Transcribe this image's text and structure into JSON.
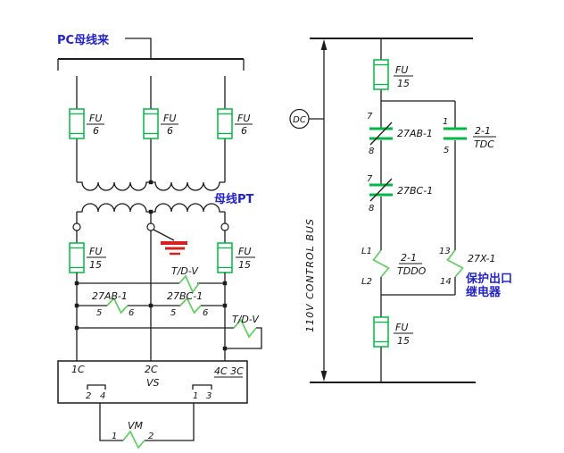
{
  "colors": {
    "wire": "#1c1c1c",
    "green": "#00b843",
    "zig": "#5fce5f",
    "red": "#d81f1f",
    "blue": "#2323c8",
    "text": "#141414"
  },
  "left_circuit": {
    "feeder_label": "PC母线来",
    "pt_label": "母线PT",
    "bus_fuses": [
      {
        "name": "FU",
        "rating": "6"
      },
      {
        "name": "FU",
        "rating": "6"
      },
      {
        "name": "FU",
        "rating": "6"
      }
    ],
    "secondary_fuses": [
      {
        "name": "FU",
        "rating": "15"
      },
      {
        "name": "FU",
        "rating": "15"
      }
    ],
    "tdv_contact_top": "T/D-V",
    "relay_contacts": [
      {
        "label": "27AB-1",
        "left_terminal": "5",
        "right_terminal": "6"
      },
      {
        "label": "27BC-1",
        "left_terminal": "5",
        "right_terminal": "6"
      }
    ],
    "tdv_contact_bottom": "T/D-V",
    "vs_switch": {
      "label": "VS",
      "terminal_1c": "1C",
      "terminal_2c": "2C",
      "terminal_4c3c": "4C 3C",
      "pair_left_a": "2",
      "pair_left_b": "4",
      "pair_right_a": "1",
      "pair_right_b": "3"
    },
    "voltmeter": {
      "label": "VM",
      "terminal_1": "1",
      "terminal_2": "2"
    }
  },
  "right_circuit": {
    "bus_label": "110V CONTROL BUS",
    "source_label": "DC",
    "fuse_top": {
      "name": "FU",
      "rating": "15"
    },
    "fuse_bottom": {
      "name": "FU",
      "rating": "15"
    },
    "contact_27ab": {
      "label": "27AB-1",
      "terminal_top": "7",
      "terminal_bottom": "8"
    },
    "contact_tdc": {
      "numerator": "2-1",
      "denominator": "TDC",
      "terminal_top": "1",
      "terminal_bottom": "5"
    },
    "contact_27bc": {
      "label": "27BC-1",
      "terminal_top": "7",
      "terminal_bottom": "8"
    },
    "coil_tddo": {
      "numerator": "2-1",
      "denominator": "TDDO",
      "terminal_top": "L1",
      "terminal_bottom": "L2"
    },
    "coil_27x": {
      "label": "27X-1",
      "terminal_top": "13",
      "terminal_bottom": "14"
    },
    "note_line1": "保护出口",
    "note_line2": "继电器"
  }
}
